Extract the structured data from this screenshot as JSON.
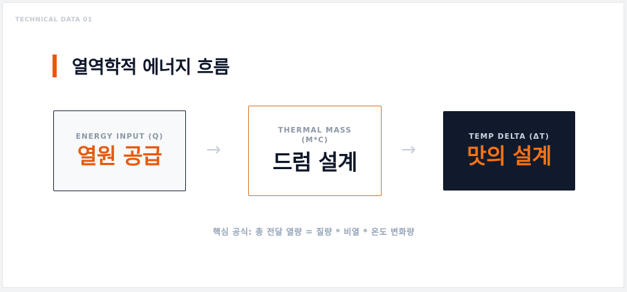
{
  "slide_label": "TECHNICAL DATA 01",
  "title": "열역학적 에너지 흐름",
  "boxes": [
    {
      "caption": "ENERGY INPUT (Q)",
      "value": "열원 공급"
    },
    {
      "caption": "THERMAL MASS (M*C)",
      "value": "드럼 설계"
    },
    {
      "caption": "TEMP DELTA (ΔT)",
      "value": "맛의 설계"
    }
  ],
  "arrows": [
    "arrow-right-icon",
    "arrow-right-icon"
  ],
  "arrow_glyph": "→",
  "formula": "핵심 공식: 총 전달 열량 = 질량 * 비열 * 온도 변화량",
  "colors": {
    "accent": "#e8590c",
    "dark_navy": "#101a2c",
    "muted": "#94a3b8"
  }
}
